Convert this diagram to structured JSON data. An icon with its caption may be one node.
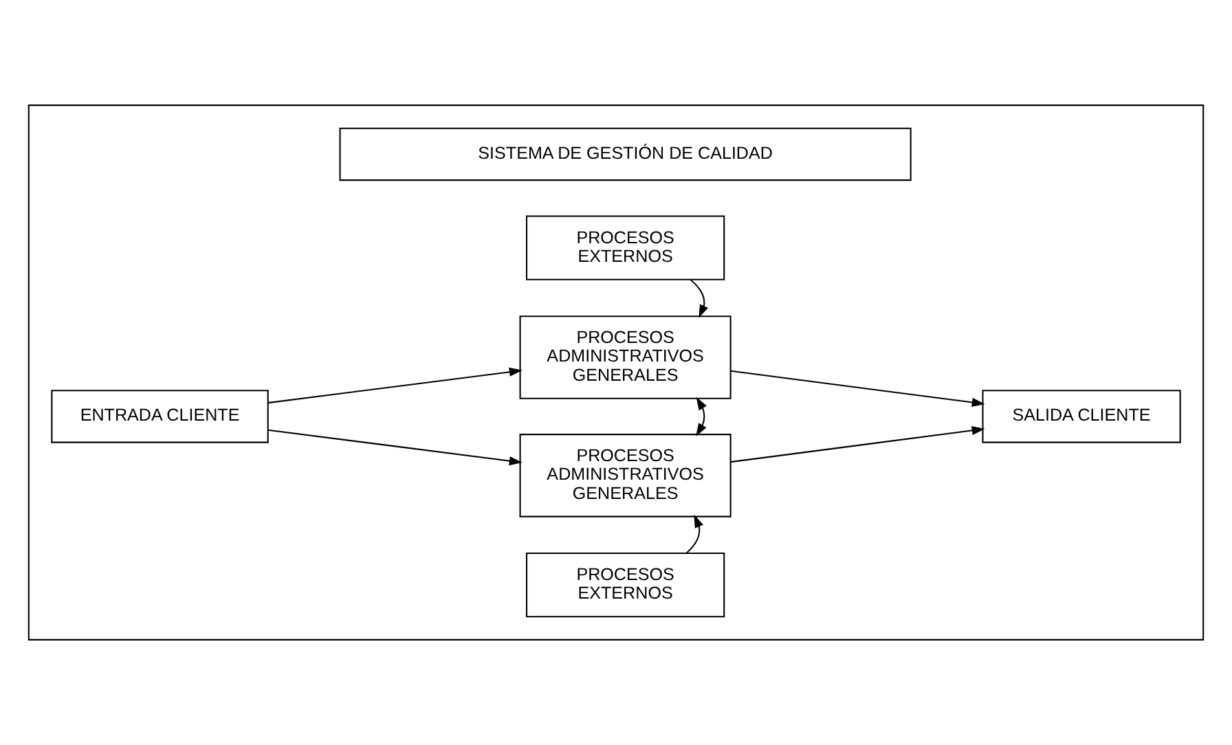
{
  "diagram": {
    "nodes": [
      {
        "text": [],
        "shape": "box"
      },
      {
        "text": [
          "PROCESOS EXTERNOS"
        ],
        "in": 0
      },
      {
        "text": [
          "ENTRADA CLIENTE"
        ],
        "in": 0
      },
      {
        "text": [
          "PROCESOS ADMINISTRATIVOS GENERALES"
        ],
        "in": 0
      },
      {
        "text": [
          "SALIDA CLIENTE"
        ],
        "in": 0
      },
      {
        "text": [
          "PROCESOS ADMINISTRATIVOS GENERALES"
        ],
        "in": 0
      },
      {
        "text": [
          "PROCESOS EXTERNOS"
        ],
        "in": 0
      },
      {
        "text": [
          "SISTEMA DE GESTIÓN DE CALIDAD"
        ],
        "in": 0
      }
    ],
    "edges": [
      {
        "from": 1,
        "to": 3,
        "arrow": "to"
      },
      {
        "from": 2,
        "to": 3,
        "arrow": "to"
      },
      {
        "from": 2,
        "to": 5,
        "arrow": "to"
      },
      {
        "from": 3,
        "to": 5,
        "arrow": "both"
      },
      {
        "from": 3,
        "to": 4,
        "arrow": "to"
      },
      {
        "from": 5,
        "to": 4,
        "arrow": "to"
      },
      {
        "from": 6,
        "to": 5,
        "arrow": "to"
      }
    ]
  }
}
